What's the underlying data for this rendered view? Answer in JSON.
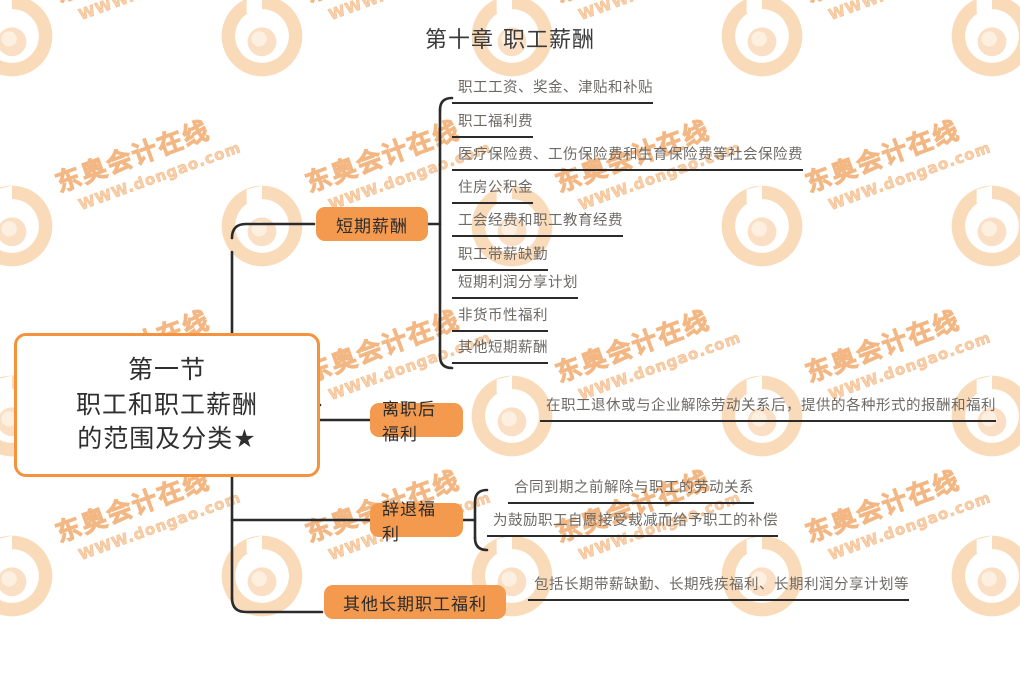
{
  "page": {
    "title_line": "第十章 职工薪酬",
    "title_part1": "第十章",
    "title_part2": "职工薪酬",
    "background": "#ffffff"
  },
  "colors": {
    "accent_orange": "#F49A4F",
    "root_border": "#F5923E",
    "connector": "#2b2b2b",
    "leaf_text": "#6d6a66",
    "title_text": "#3a3a3a",
    "watermark_cn": "#f6c89a",
    "watermark_url": "#f7d0ab"
  },
  "watermark": {
    "text_cn": "东奥会计在线",
    "text_url": "WWW.dongao.com",
    "logo_name": "dongao-spiral-logo"
  },
  "root": {
    "lines": [
      "第一节",
      "职工和职工薪酬",
      "的范围及分类★"
    ],
    "line1": "第一节",
    "line2": "职工和职工薪酬",
    "line3": "的范围及分类★"
  },
  "branches": [
    {
      "id": "short-term",
      "label": "短期薪酬",
      "children": [
        "职工工资、奖金、津贴和补贴",
        "职工福利费",
        "医疗保险费、工伤保险费和生育保险费等社会保险费",
        "住房公积金",
        "工会经费和职工教育经费",
        "职工带薪缺勤",
        "短期利润分享计划",
        "非货币性福利",
        "其他短期薪酬"
      ]
    },
    {
      "id": "post-employment",
      "label": "离职后福利",
      "children": [
        "在职工退休或与企业解除劳动关系后，提供的各种形式的报酬和福利"
      ]
    },
    {
      "id": "termination",
      "label": "辞退福利",
      "children": [
        "合同到期之前解除与职工的劳动关系",
        "为鼓励职工自愿接受裁减而给予职工的补偿"
      ]
    },
    {
      "id": "other-long-term",
      "label": "其他长期职工福利",
      "children": [
        "包括长期带薪缺勤、长期残疾福利、长期利润分享计划等"
      ]
    }
  ]
}
